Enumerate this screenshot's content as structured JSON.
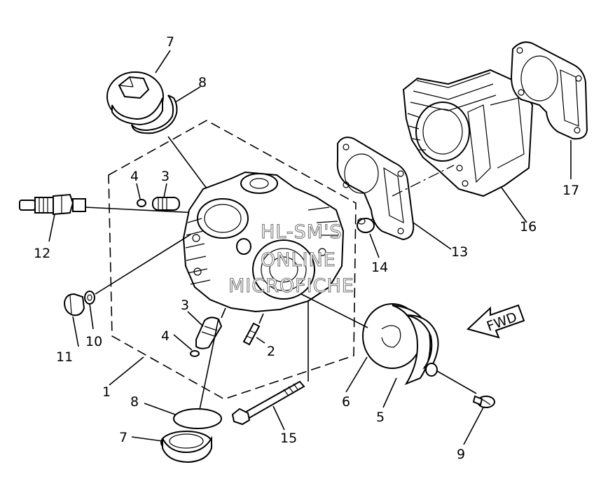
{
  "watermark": {
    "line1": "HL-SM'S",
    "line2": "ONLINE",
    "line3": "MICROFICHE"
  },
  "fwd_label": "FWD",
  "callouts": {
    "c1": "1",
    "c2": "2",
    "c3a": "3",
    "c3b": "3",
    "c4a": "4",
    "c4b": "4",
    "c5": "5",
    "c6": "6",
    "c7a": "7",
    "c7b": "7",
    "c8a": "8",
    "c8b": "8",
    "c9": "9",
    "c10": "10",
    "c11": "11",
    "c12": "12",
    "c13": "13",
    "c14": "14",
    "c15": "15",
    "c16": "16",
    "c17": "17"
  }
}
